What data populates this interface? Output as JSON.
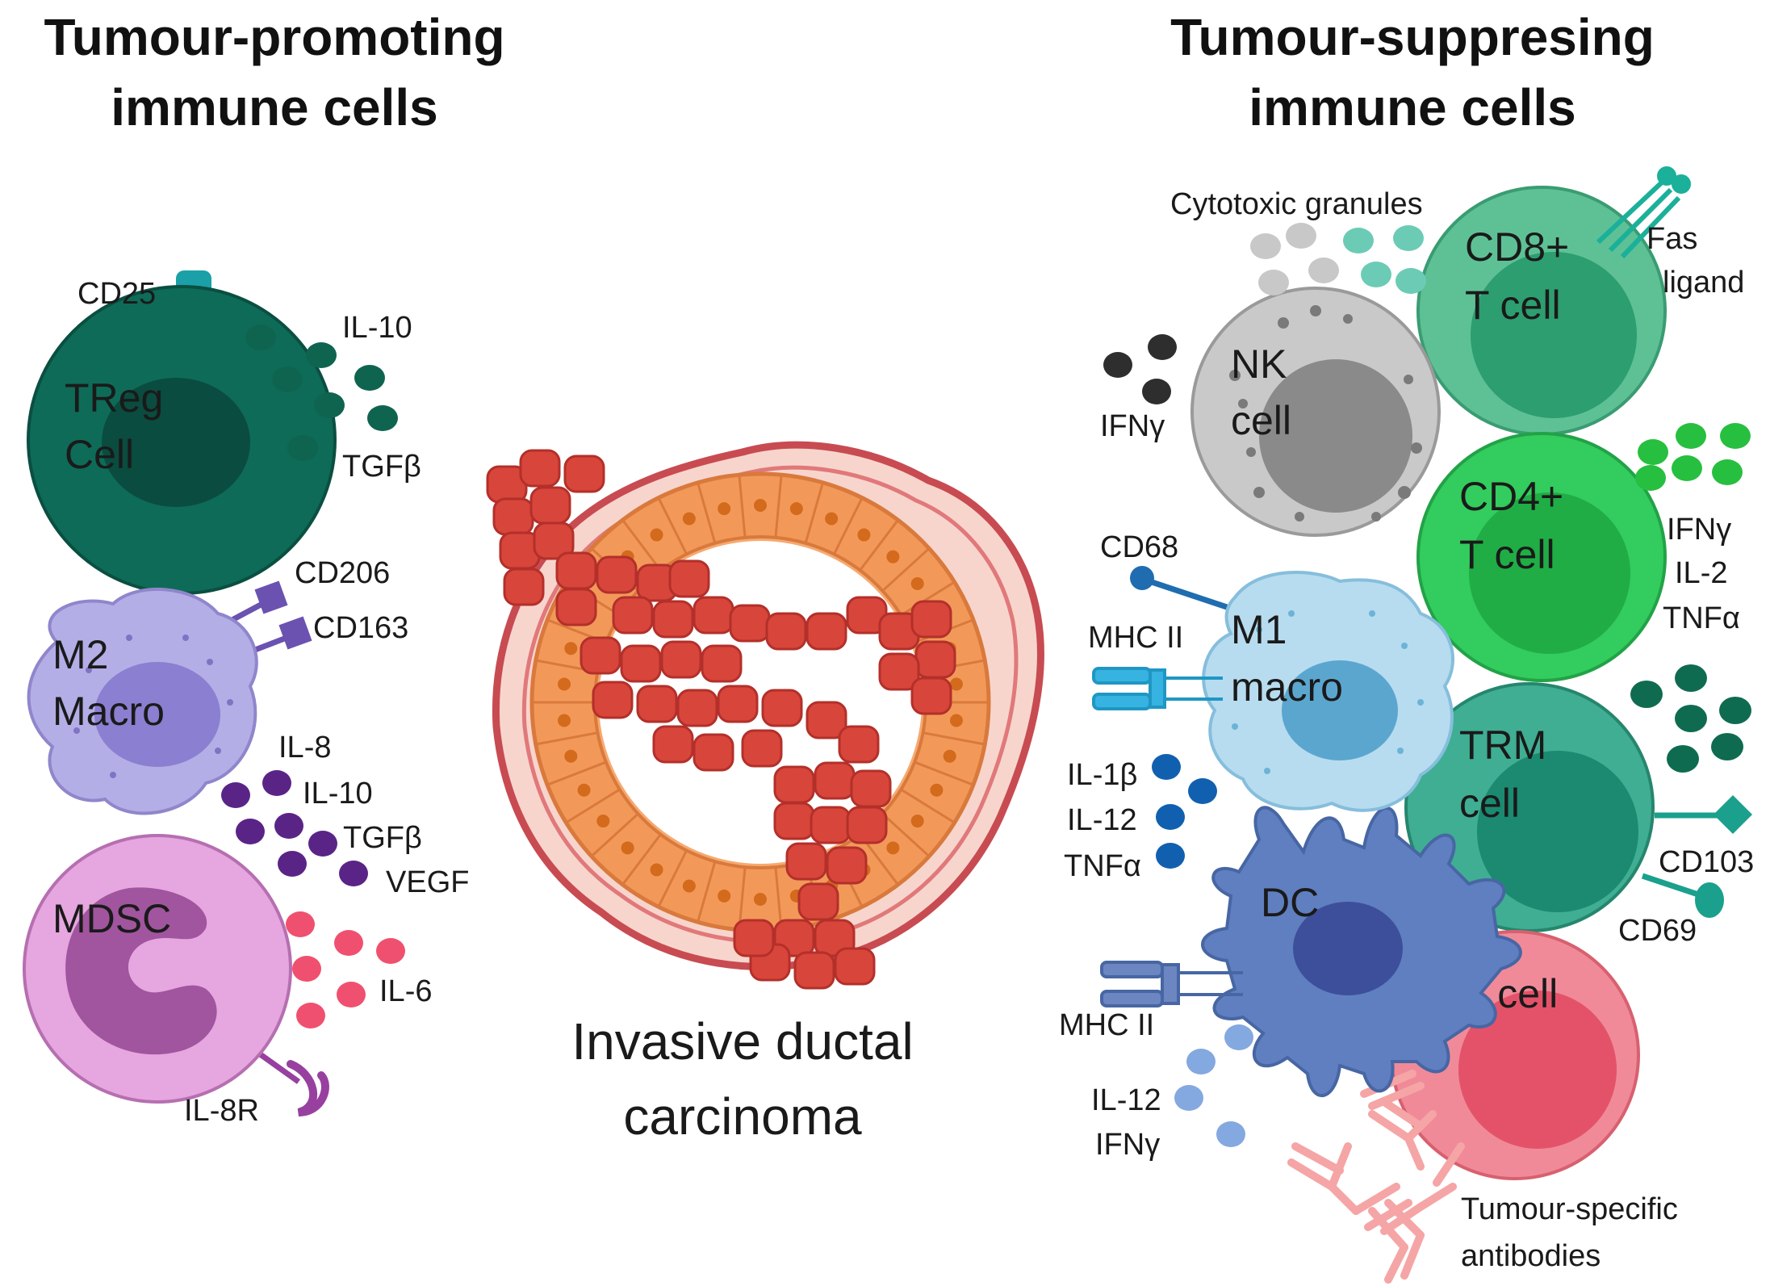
{
  "headings": {
    "left_line1": "Tumour-promoting",
    "left_line2": "immune cells",
    "right_line1": "Tumour-suppresing",
    "right_line2": "immune cells"
  },
  "center": {
    "line1": "Invasive ductal",
    "line2": "carcinoma"
  },
  "left_cells": {
    "treg": {
      "name1": "TReg",
      "name2": "Cell",
      "receptor": "CD25",
      "cytokine1": "IL-10",
      "cytokine2": "TGFβ"
    },
    "m2": {
      "name1": "M2",
      "name2": "Macro",
      "receptor1": "CD206",
      "receptor2": "CD163",
      "cytokine1": "IL-8",
      "cytokine2": "IL-10",
      "cytokine3": "TGFβ",
      "cytokine4": "VEGF"
    },
    "mdsc": {
      "name": "MDSC",
      "cytokine": "IL-6",
      "receptor": "IL-8R"
    }
  },
  "right_cells": {
    "cd8": {
      "name1": "CD8+",
      "name2": "T cell",
      "fas1": "Fas",
      "fas2": "ligand",
      "granules": "Cytotoxic granules"
    },
    "nk": {
      "name1": "NK",
      "name2": "cell",
      "cytokine": "IFNγ"
    },
    "cd4": {
      "name1": "CD4+",
      "name2": "T cell",
      "cytokine1": "IFNγ",
      "cytokine2": "IL-2",
      "cytokine3": "TNFα"
    },
    "m1": {
      "name1": "M1",
      "name2": "macro",
      "receptor1": "CD68",
      "receptor2": "MHC II",
      "cytokine1": "IL-1β",
      "cytokine2": "IL-12",
      "cytokine3": "TNFα"
    },
    "trm": {
      "name1": "TRM",
      "name2": "cell",
      "receptor1": "CD103",
      "receptor2": "CD69"
    },
    "dc": {
      "name": "DC",
      "receptor": "MHC II",
      "cytokine1": "IL-12",
      "cytokine2": "IFNγ"
    },
    "bcell": {
      "name": "B cell",
      "antibody1": "Tumour-specific",
      "antibody2": "antibodies"
    }
  },
  "colors": {
    "treg": "#0e6b58",
    "m2": "#b3aee6",
    "mdsc": "#e6a6e0",
    "tumour": "#d8453b",
    "duct": "#f2995a",
    "cd8": "#5ec196",
    "nk": "#c9c9c9",
    "cd4": "#33cc5e",
    "m1": "#b7dcef",
    "trm": "#3fae93",
    "dc": "#5f7fc0",
    "bcell": "#f08a99"
  }
}
